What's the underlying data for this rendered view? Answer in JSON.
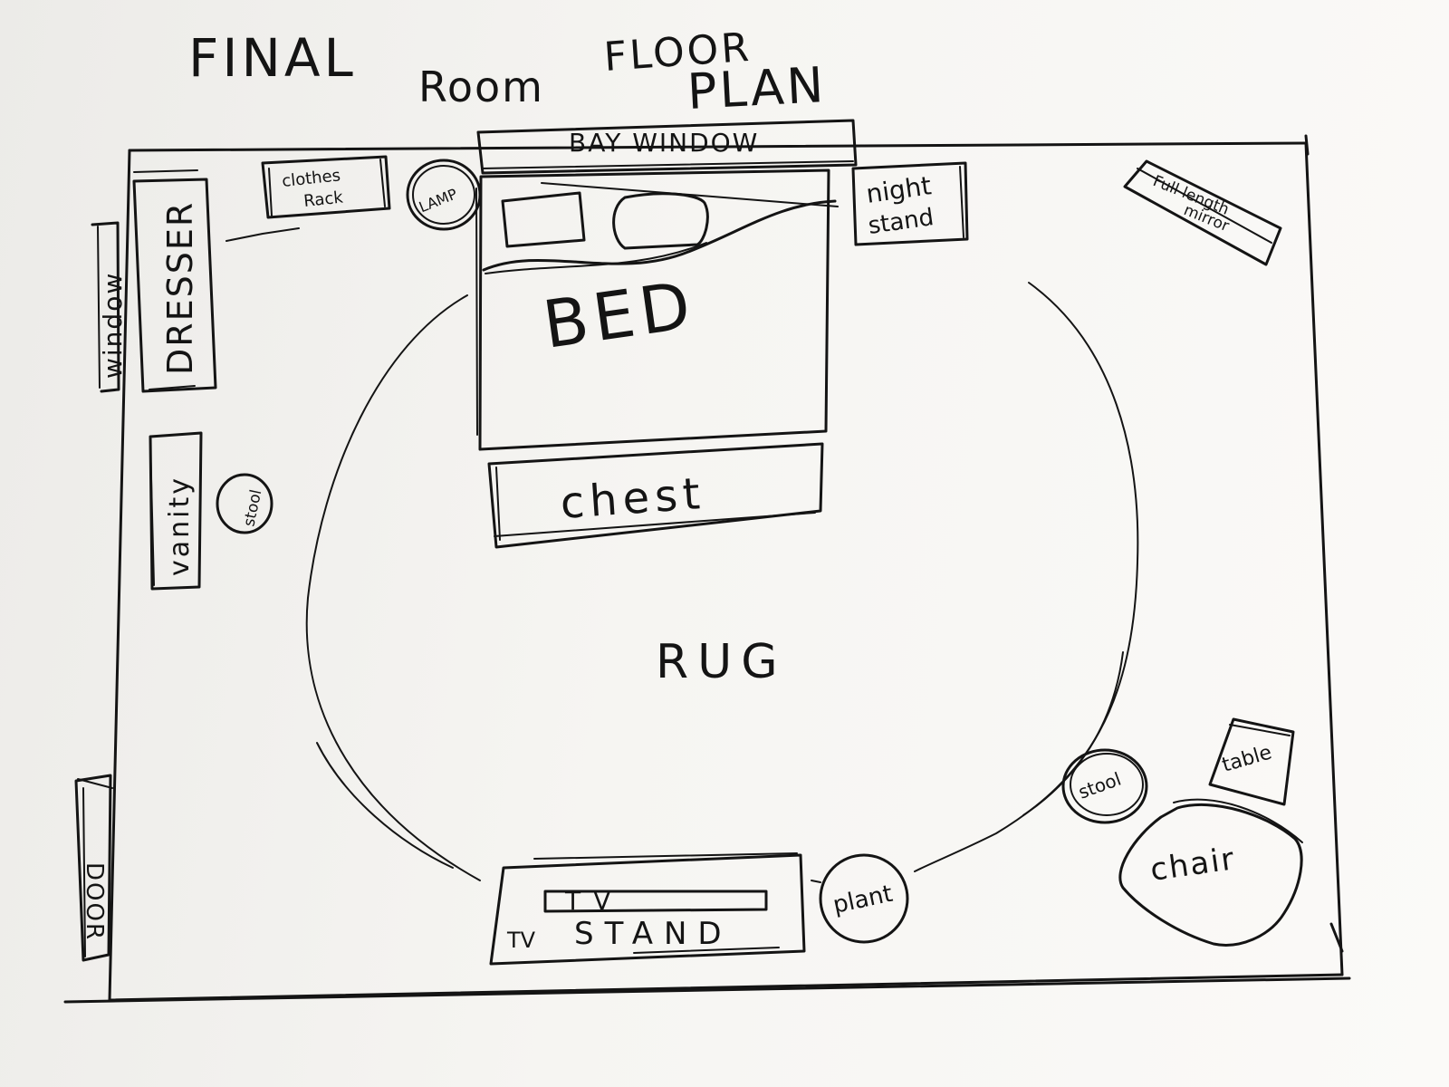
{
  "title": {
    "word1": "FINAL",
    "word2": "Room",
    "word3": "FLOOR",
    "word4": "PLAN"
  },
  "furniture": {
    "bay_window": "BAY WINDOW",
    "clothes_rack_line1": "clothes",
    "clothes_rack_line2": "Rack",
    "lamp": "LAMP",
    "night_stand_line1": "night",
    "night_stand_line2": "stand",
    "mirror_line1": "Full length",
    "mirror_line2": "mirror",
    "window": "window",
    "dresser": "DRESSER",
    "bed": "BED",
    "chest": "chest",
    "vanity": "vanity",
    "stool_left": "stool",
    "rug": "RUG",
    "stool_right": "stool",
    "table": "table",
    "chair": "chair",
    "door": "DOOR",
    "tv": "TV",
    "tv_stand_prefix": "TV",
    "tv_stand": "STAND",
    "plant": "plant"
  },
  "colors": {
    "ink": "#141414",
    "paper": "#f6f5f2"
  }
}
